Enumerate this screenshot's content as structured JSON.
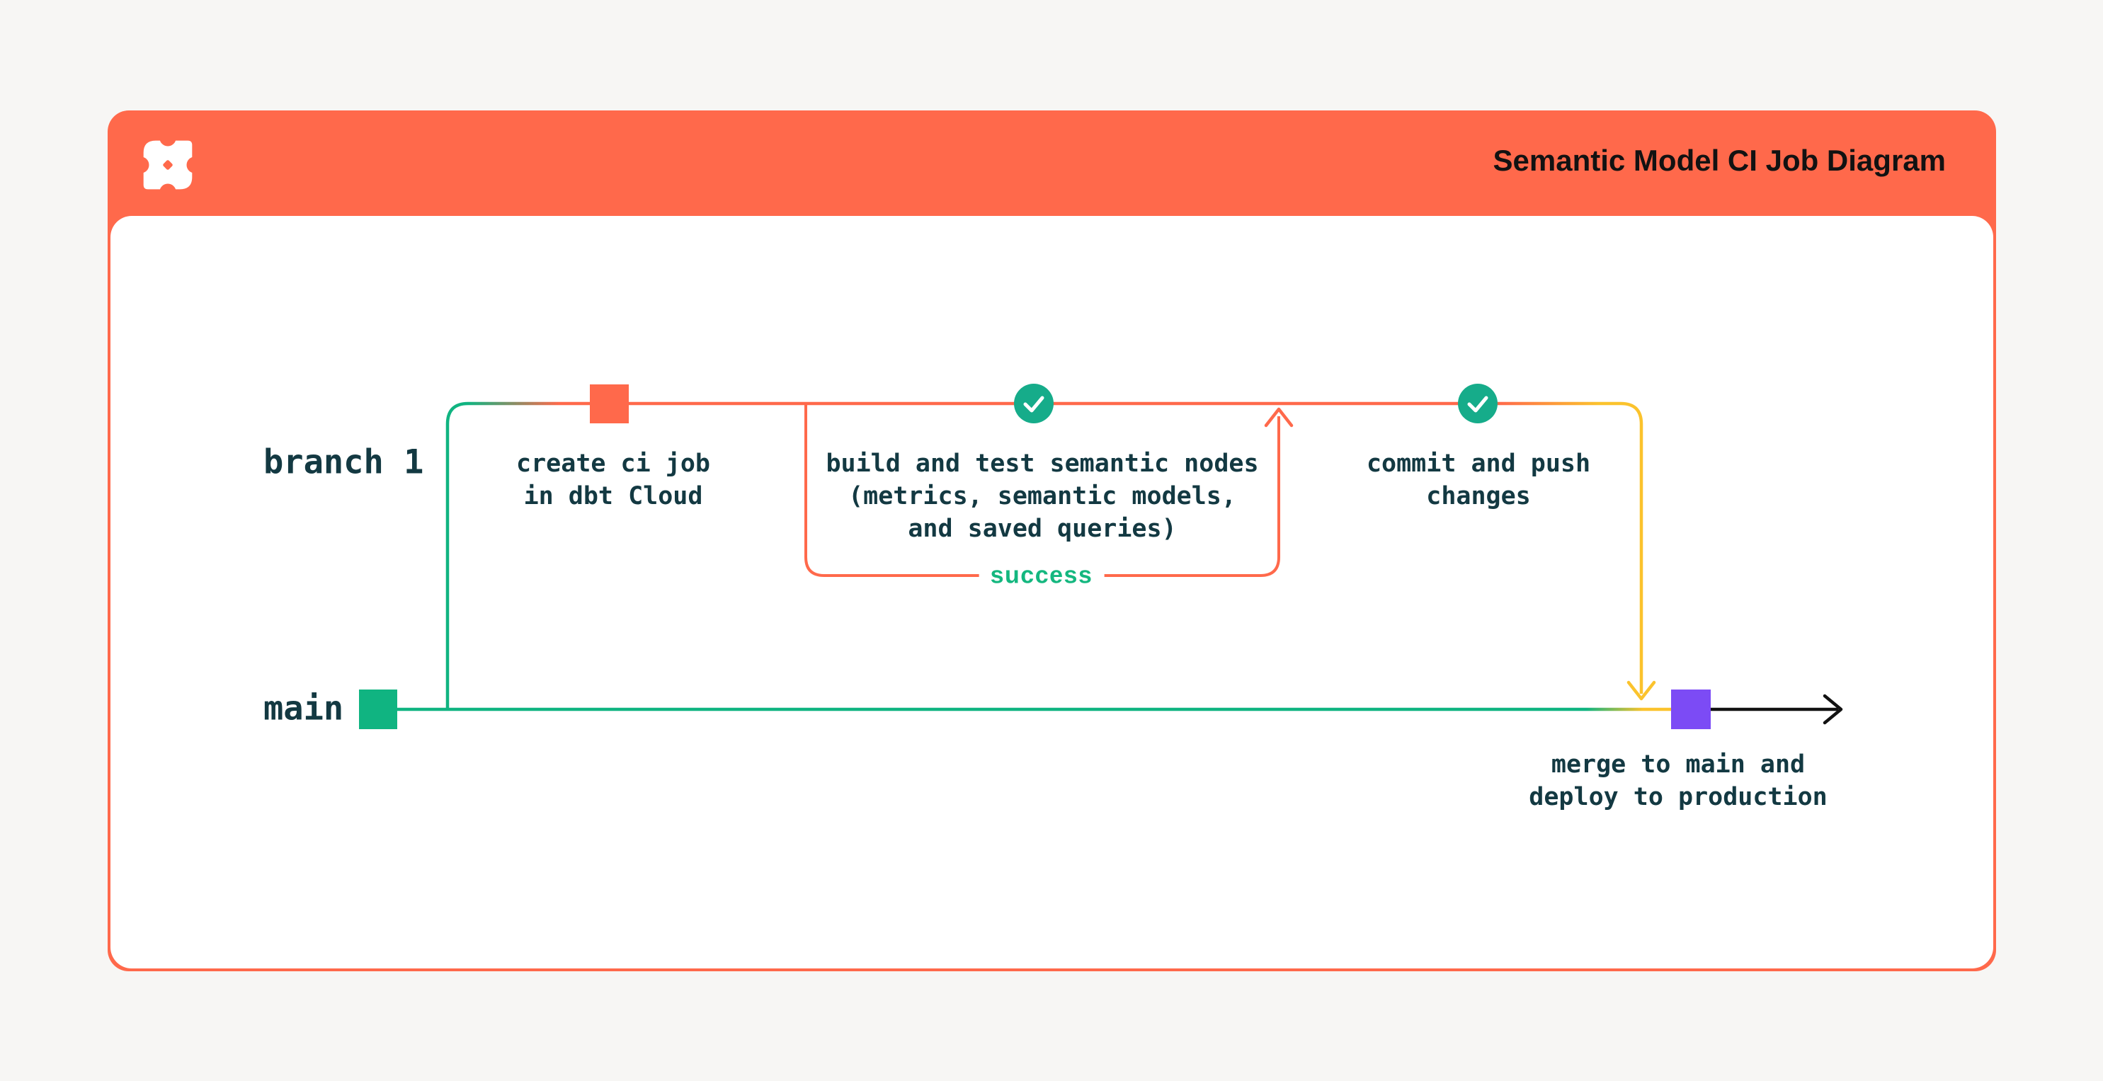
{
  "header": {
    "title": "Semantic Model CI Job Diagram",
    "logo": "dbt-logo",
    "background": "#FF694B"
  },
  "lanes": {
    "branch_label": "branch 1",
    "main_label": "main"
  },
  "steps": {
    "create_ci_job": {
      "line1": "create ci job",
      "line2": "in dbt Cloud"
    },
    "build_test": {
      "line1": "build and test semantic nodes",
      "line2": "(metrics, semantic models,",
      "line3": "and saved queries)",
      "badge": "success"
    },
    "commit_push": {
      "line1": "commit and push",
      "line2": "changes"
    },
    "merge_deploy": {
      "line1": "merge to main and",
      "line2": "deploy to production"
    }
  },
  "colors": {
    "orange": "#FF694B",
    "green": "#10B481",
    "check_green": "#16AC8A",
    "success_green": "#14B77F",
    "yellow": "#FBC32D",
    "purple": "#7C4BF5",
    "ink": "#133942",
    "title": "#121212",
    "page_bg": "#F7F6F4",
    "card_bg": "#FFFFFF"
  }
}
